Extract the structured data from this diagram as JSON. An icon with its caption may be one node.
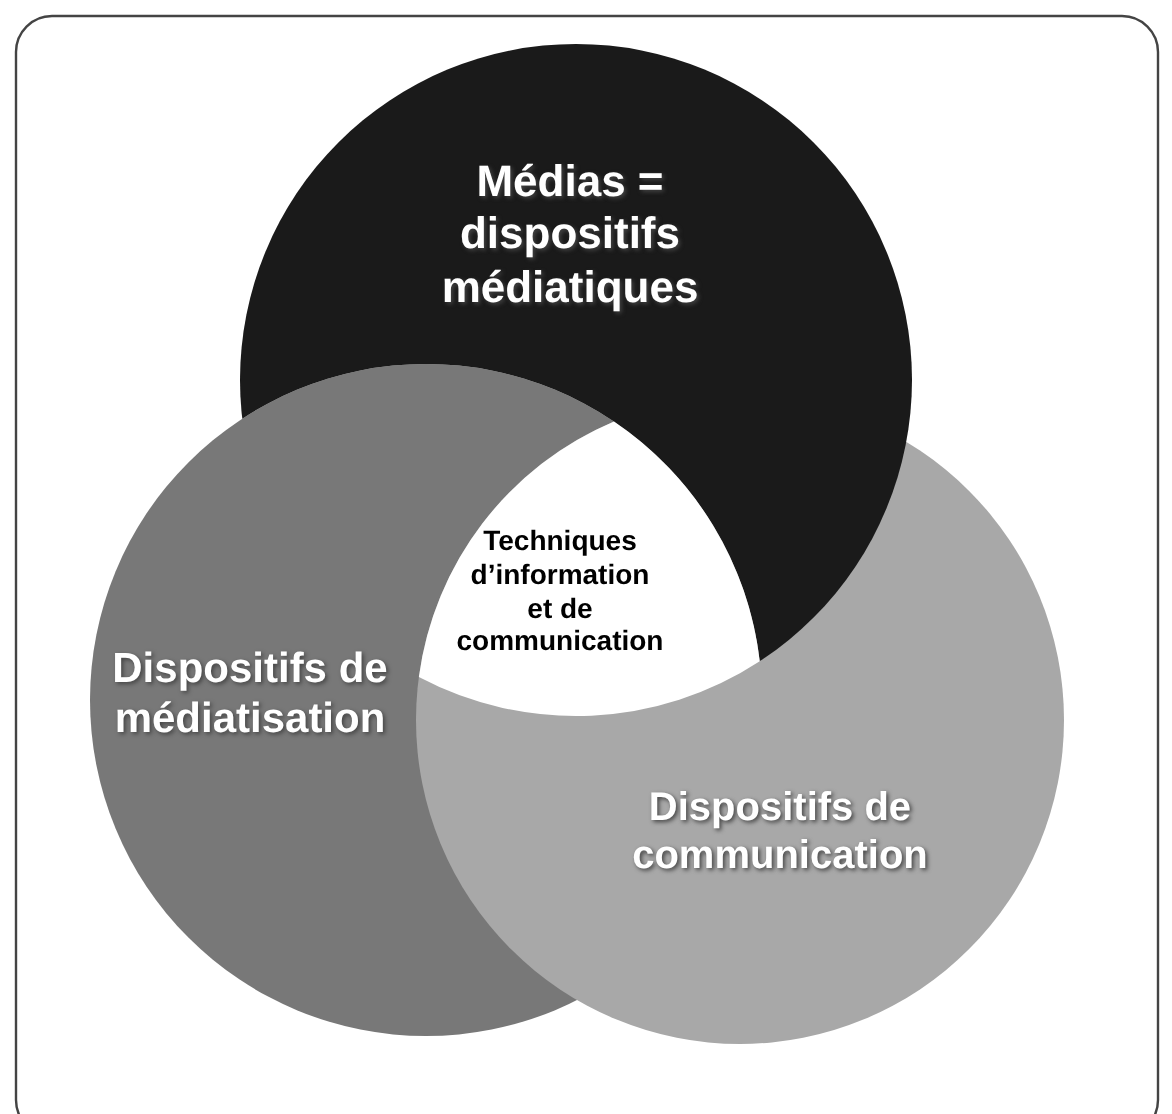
{
  "diagram": {
    "nodes": [
      {
        "text": [
          "Médias = dispositifs médiatiques"
        ]
      },
      {
        "text": [
          "Dispositifs de médiatisation"
        ]
      },
      {
        "text": [
          "Dispositifs de communication"
        ]
      },
      {
        "text": [
          "Techniques d’information et de communication"
        ]
      }
    ]
  }
}
